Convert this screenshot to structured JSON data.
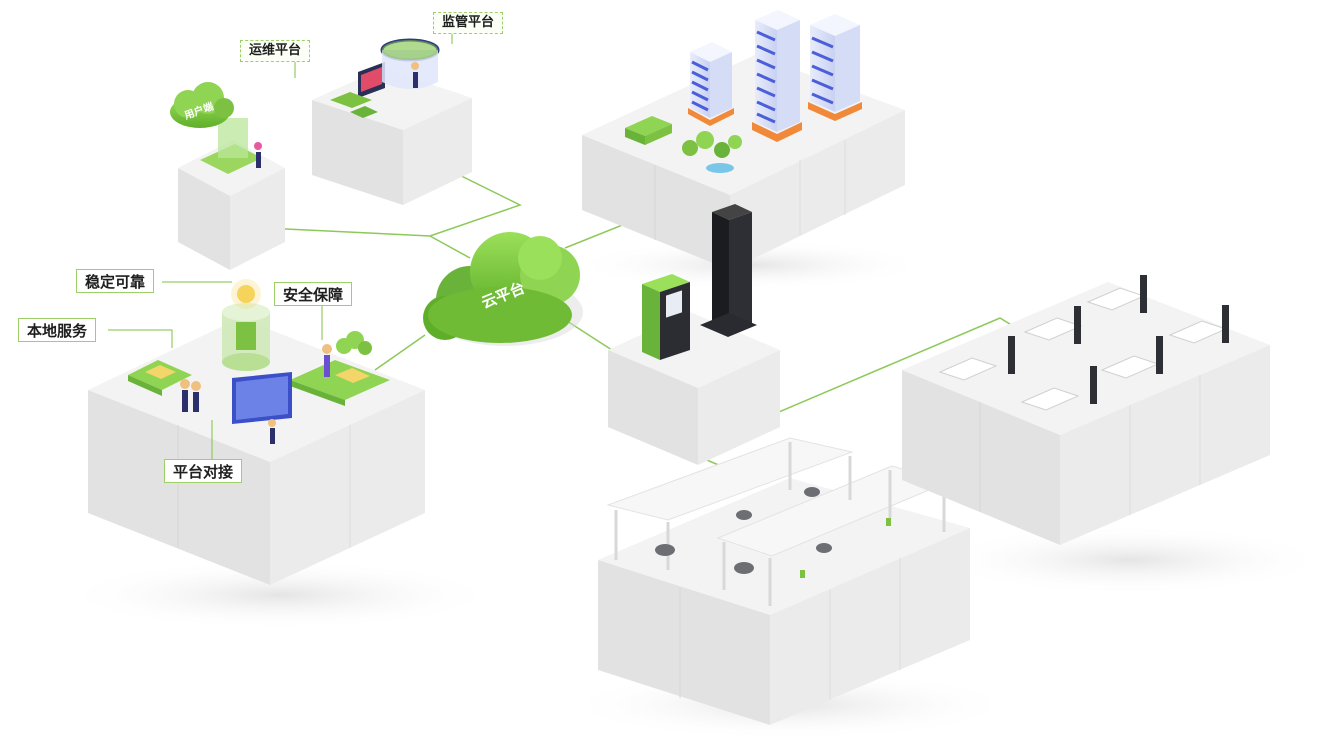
{
  "colors": {
    "accent_green": "#7dc142",
    "line_green": "#8cc95a",
    "block_top": "#f2f2f2",
    "block_left": "#e2e2e2",
    "block_right": "#ebebeb",
    "building_blue": "#4a5fd8"
  },
  "labels": {
    "cloud": "云平台",
    "user_end": "用户端",
    "ops_platform": "运维平台",
    "supervision_platform": "监管平台",
    "stable_reliable": "稳定可靠",
    "security": "安全保障",
    "local_service": "本地服务",
    "platform_docking": "平台对接"
  },
  "icons": [
    "cloud-icon",
    "building-icon",
    "charging-pile-icon",
    "car-icon",
    "e-bike-icon",
    "person-icon",
    "monitor-icon",
    "lightbulb-icon",
    "tree-icon",
    "truck-icon"
  ]
}
